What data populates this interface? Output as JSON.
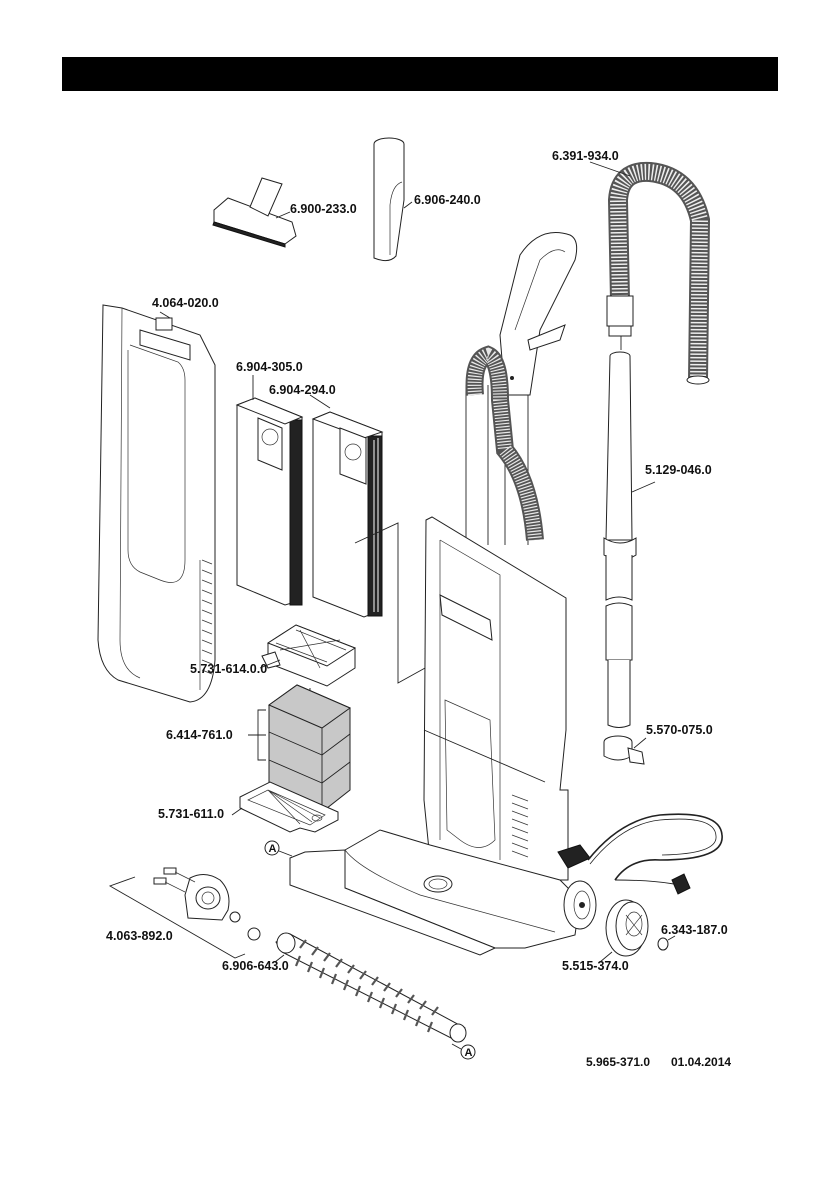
{
  "header": {
    "title": "",
    "bar_color": "#000000"
  },
  "parts": [
    {
      "id": "nozzle-upholstery",
      "part_no": "6.900-233.0"
    },
    {
      "id": "crevice-nozzle",
      "part_no": "6.906-240.0"
    },
    {
      "id": "suction-hose",
      "part_no": "6.391-934.0"
    },
    {
      "id": "front-cover",
      "part_no": "4.064-020.0"
    },
    {
      "id": "filter-bag-single",
      "part_no": "6.904-305.0"
    },
    {
      "id": "filter-bag-pack",
      "part_no": "6.904-294.0"
    },
    {
      "id": "suction-tube",
      "part_no": "5.129-046.0"
    },
    {
      "id": "motor-protection-filter-frame",
      "part_no": "5.731-614.0.0"
    },
    {
      "id": "foam-filter-set",
      "part_no": "6.414-761.0"
    },
    {
      "id": "filter-holder",
      "part_no": "5.731-611.0"
    },
    {
      "id": "tube-clip",
      "part_no": "5.570-075.0"
    },
    {
      "id": "brush-side-cover",
      "part_no": "4.063-892.0"
    },
    {
      "id": "brush-roller",
      "part_no": "6.906-643.0"
    },
    {
      "id": "wheel",
      "part_no": "5.515-374.0"
    },
    {
      "id": "wheel-cap",
      "part_no": "6.343-187.0"
    }
  ],
  "references": {
    "connector_a": "A"
  },
  "footer": {
    "doc_number": "5.965-371.0",
    "date": "01.04.2014"
  }
}
